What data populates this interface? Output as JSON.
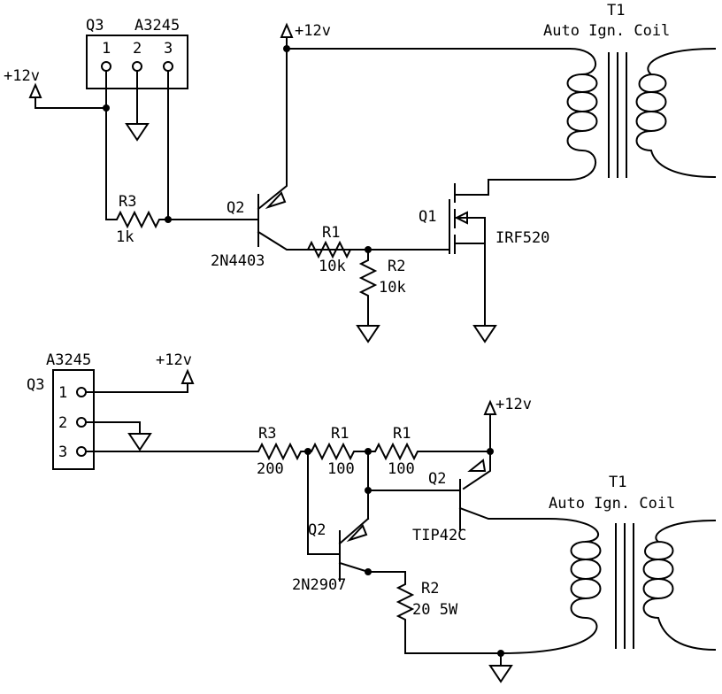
{
  "top_circuit": {
    "q3_label": "Q3",
    "q3_part": "A3245",
    "q3_pin1": "1",
    "q3_pin2": "2",
    "q3_pin3": "3",
    "supply_left": "+12v",
    "supply_top": "+12v",
    "r3_label": "R3",
    "r3_value": "1k",
    "q2_label": "Q2",
    "q2_part": "2N4403",
    "r1_label": "R1",
    "r1_value": "10k",
    "r2_label": "R2",
    "r2_value": "10k",
    "q1_label": "Q1",
    "q1_part": "IRF520",
    "t1_label": "T1",
    "t1_desc": "Auto Ign. Coil"
  },
  "bottom_circuit": {
    "q3_part": "A3245",
    "q3_label": "Q3",
    "q3_pin1": "1",
    "q3_pin2": "2",
    "q3_pin3": "3",
    "supply_a": "+12v",
    "supply_b": "+12v",
    "r3_label": "R3",
    "r3_value": "200",
    "r1a_label": "R1",
    "r1a_value": "100",
    "r1b_label": "R1",
    "r1b_value": "100",
    "q2a_label": "Q2",
    "q2a_part": "TIP42C",
    "q2b_label": "Q2",
    "q2b_part": "2N2907",
    "r2_label": "R2",
    "r2_value": "20 5W",
    "t1_label": "T1",
    "t1_desc": "Auto Ign. Coil"
  }
}
